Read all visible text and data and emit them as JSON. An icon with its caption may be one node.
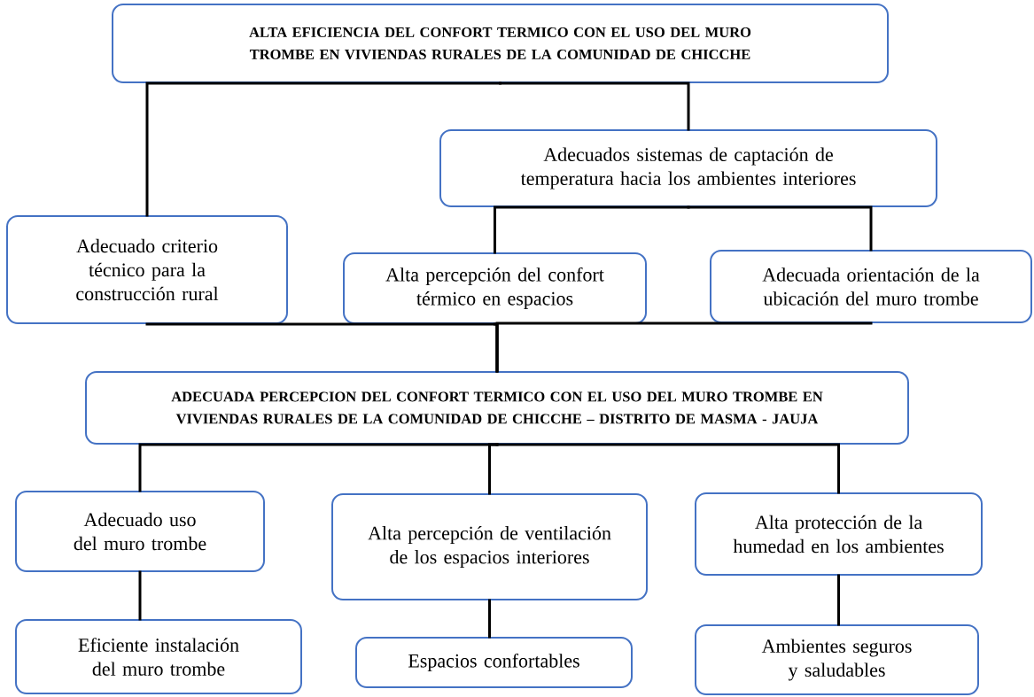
{
  "diagram": {
    "nodes": [
      {
        "text": [
          "ALTA EFICIENCIA DEL CONFORT TERMICO CON EL USO DEL MURO TROMBE EN VIVIENDAS RURALES DE LA COMUNIDAD DE CHICCHE"
        ]
      },
      {
        "text": [
          "Adecuados sistemas de captación de temperatura hacia los ambientes interiores"
        ]
      },
      {
        "text": [
          "Adecuado criterio técnico para la construcción rural"
        ]
      },
      {
        "text": [
          "Alta percepción del confort térmico en espacios"
        ]
      },
      {
        "text": [
          "Adecuada orientación de la ubicación del muro trombe"
        ]
      },
      {
        "text": [
          "ADECUADA PERCEPCION DEL CONFORT TERMICO CON EL USO DEL MURO TROMBE EN VIVIENDAS RURALES DE LA COMUNIDAD DE CHICCHE – DISTRITO DE MASMA - JAUJA"
        ]
      },
      {
        "text": [
          "Adecuado uso del muro trombe"
        ]
      },
      {
        "text": [
          "Alta percepción de ventilación de los espacios interiores"
        ]
      },
      {
        "text": [
          "Alta protección de la humedad en los ambientes"
        ]
      },
      {
        "text": [
          "Eficiente instalación del muro trombe"
        ]
      },
      {
        "text": [
          "Espacios confortables"
        ]
      },
      {
        "text": [
          "Ambientes seguros y saludables"
        ]
      }
    ],
    "edges": [
      {
        "from": 0,
        "to": 2,
        "arrow": "none"
      },
      {
        "from": 0,
        "to": 1,
        "arrow": "none"
      },
      {
        "from": 1,
        "to": 3,
        "arrow": "none"
      },
      {
        "from": 1,
        "to": 4,
        "arrow": "none"
      },
      {
        "from": 2,
        "to": 5,
        "arrow": "none"
      },
      {
        "from": 3,
        "to": 5,
        "arrow": "none"
      },
      {
        "from": 4,
        "to": 5,
        "arrow": "none"
      },
      {
        "from": 5,
        "to": 6,
        "arrow": "none"
      },
      {
        "from": 5,
        "to": 7,
        "arrow": "none"
      },
      {
        "from": 5,
        "to": 8,
        "arrow": "none"
      },
      {
        "from": 6,
        "to": 9,
        "arrow": "none"
      },
      {
        "from": 7,
        "to": 10,
        "arrow": "none"
      },
      {
        "from": 8,
        "to": 11,
        "arrow": "none"
      }
    ]
  }
}
